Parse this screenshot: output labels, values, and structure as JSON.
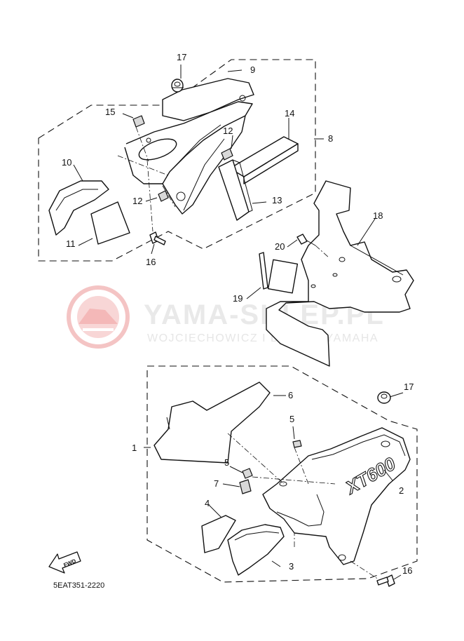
{
  "watermark": {
    "title": "YAMA-SKLEP.PL",
    "subtitle": "WOJCIECHOWICZ I DEALER YAMAHA",
    "logo_icon": "yamaha-dealer-logo"
  },
  "diagram_code": "5EAT351-2220",
  "fwd_label": "FWD",
  "cover_badge": "XT600",
  "callouts": {
    "c1": "1",
    "c2": "2",
    "c3": "3",
    "c4": "4",
    "c5a": "5",
    "c5b": "5",
    "c6": "6",
    "c7": "7",
    "c8": "8",
    "c9": "9",
    "c10": "10",
    "c11": "11",
    "c12a": "12",
    "c12b": "12",
    "c13": "13",
    "c14": "14",
    "c15": "15",
    "c16a": "16",
    "c16b": "16",
    "c17a": "17",
    "c17b": "17",
    "c18": "18",
    "c19": "19",
    "c20": "20"
  },
  "colors": {
    "watermark_red": "#f2b5b5",
    "watermark_grey": "#e6e6e6",
    "line": "#111111"
  }
}
